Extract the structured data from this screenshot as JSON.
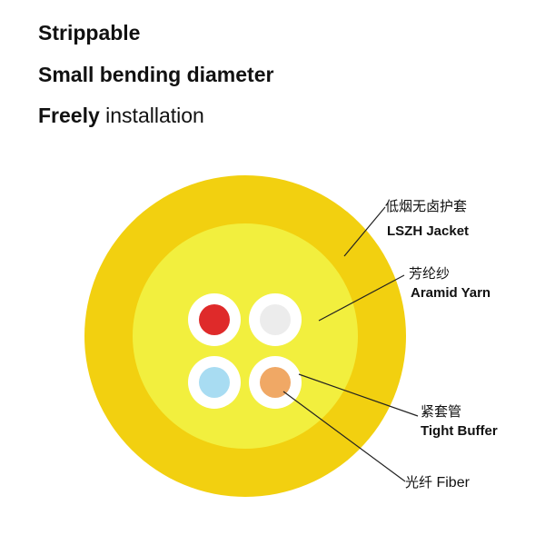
{
  "features": [
    {
      "bold": "Strippable",
      "rest": ""
    },
    {
      "bold": "Small bending diameter",
      "rest": ""
    },
    {
      "bold": "Freely",
      "rest": " installation"
    }
  ],
  "colors": {
    "jacket": "#f2d010",
    "aramid": "#f2ef3e",
    "tube_white": "#ffffff",
    "fiber_red": "#df2a2a",
    "fiber_white": "#ececec",
    "fiber_blue": "#a8dcf2",
    "fiber_orange": "#f0a865",
    "leader": "#222222"
  },
  "labels": {
    "jacket": {
      "cn": "低烟无卤护套",
      "en": "LSZH Jacket"
    },
    "aramid": {
      "cn": "芳纶纱",
      "en": "Aramid Yarn"
    },
    "buffer": {
      "cn": "紧套管",
      "en": "Tight Buffer"
    },
    "fiber": {
      "cn": "光纤",
      "en": "Fiber"
    }
  }
}
